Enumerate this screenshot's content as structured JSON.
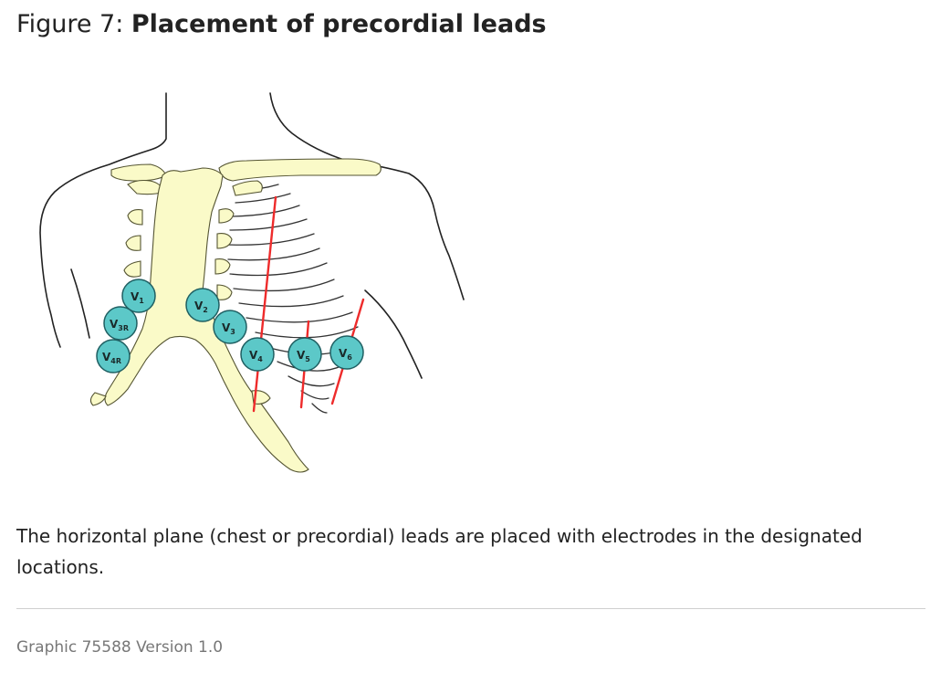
{
  "figure": {
    "label_prefix": "Figure 7:",
    "title": "Placement of precordial leads"
  },
  "electrodes": [
    {
      "id": "v1",
      "base": "V",
      "sub": "1"
    },
    {
      "id": "v2",
      "base": "V",
      "sub": "2"
    },
    {
      "id": "v3",
      "base": "V",
      "sub": "3"
    },
    {
      "id": "v4",
      "base": "V",
      "sub": "4"
    },
    {
      "id": "v5",
      "base": "V",
      "sub": "5"
    },
    {
      "id": "v6",
      "base": "V",
      "sub": "6"
    },
    {
      "id": "v3r",
      "base": "V",
      "sub": "3R"
    },
    {
      "id": "v4r",
      "base": "V",
      "sub": "4R"
    }
  ],
  "colors": {
    "electrode_fill": "#5cc8c8",
    "bone_fill": "#fafac8",
    "guide_line": "#ee2b2b"
  },
  "caption": "The horizontal plane (chest or precordial) leads are placed with electrodes in the designated locations.",
  "footer": "Graphic 75588 Version 1.0"
}
